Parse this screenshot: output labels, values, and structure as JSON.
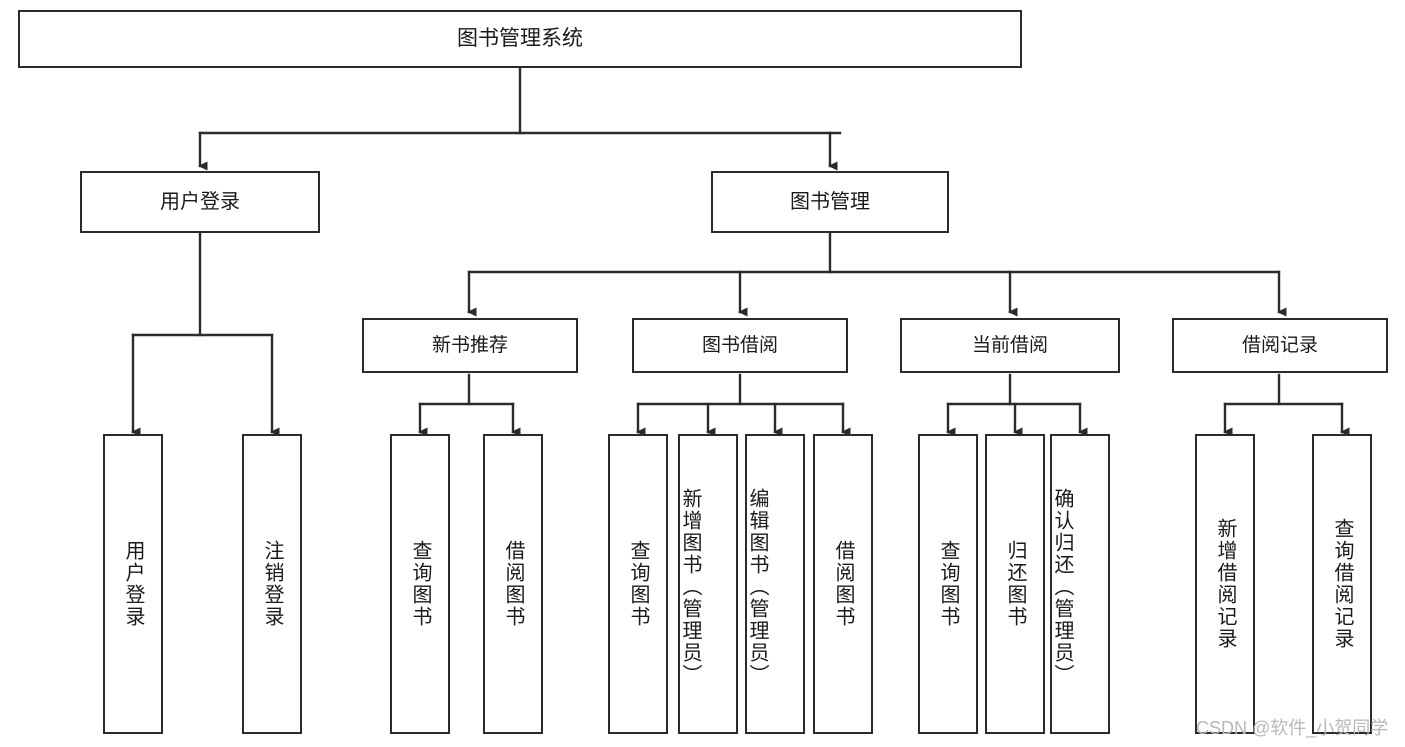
{
  "diagram": {
    "type": "tree",
    "title": "图书管理系统",
    "root": {
      "label": "图书管理系统"
    },
    "level1": [
      {
        "label": "用户登录"
      },
      {
        "label": "图书管理"
      }
    ],
    "level2": [
      {
        "label": "新书推荐"
      },
      {
        "label": "图书借阅"
      },
      {
        "label": "当前借阅"
      },
      {
        "label": "借阅记录"
      }
    ],
    "leaves": {
      "user_login": [
        {
          "label": "用户登录"
        },
        {
          "label": "注销登录"
        }
      ],
      "new_book_recommend": [
        {
          "label": "查询图书"
        },
        {
          "label": "借阅图书"
        }
      ],
      "book_borrow": [
        {
          "label": "查询图书"
        },
        {
          "label": "新增图书（管理员）"
        },
        {
          "label": "编辑图书（管理员）"
        },
        {
          "label": "借阅图书"
        }
      ],
      "current_borrow": [
        {
          "label": "查询图书"
        },
        {
          "label": "归还图书"
        },
        {
          "label": "确认归还（管理员）"
        }
      ],
      "borrow_record": [
        {
          "label": "新增借阅记录"
        },
        {
          "label": "查询借阅记录"
        }
      ]
    }
  },
  "watermark": {
    "text": "CSDN @软件_小贺同学"
  },
  "colors": {
    "stroke": "#2b2b2b",
    "background": "#ffffff",
    "text": "#1a1a1a",
    "watermark": "#b8b8b8"
  }
}
